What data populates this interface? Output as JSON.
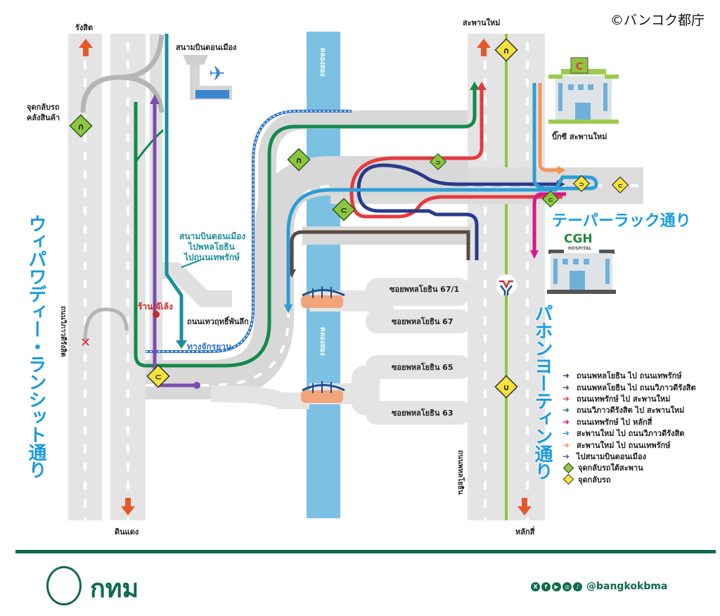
{
  "copyright": "©バンコク都庁",
  "places": {
    "rangsit": "รังสิต",
    "saphan_mai": "สะพานใหม่",
    "din_daeng": "ดินแดง",
    "lak_si": "หลักสี่",
    "don_mueang_airport": "สนามบินดอนเมือง",
    "warehouse_uturn": [
      "จุดกลับรถ",
      "คลังสินค้า"
    ],
    "big_c": "บิ๊กซี สะพานใหม่",
    "cgh_hospital": "CGH",
    "cgh_sub": "HOSPITAL",
    "restaurant": "ร้านเจ๊เล้ง",
    "thewarit_road": "ถนนเทวฤทธิ์พันลึก",
    "bike_lane": "ทางจักรยาน",
    "airport_route_note": [
      "สนามบินดอนเมือง",
      "ไปพหลโยธิน",
      "ไปถนนเทพรักษ์"
    ],
    "canal": "คลองสอง",
    "vibhavadi_road": "ถนนวิภาวดีรังสิต",
    "phahonyothin_road": "ถนนพหลโยธิน",
    "bts": "BTS"
  },
  "sois": [
    "ซอยพหลโยธิน 67/1",
    "ซอยพหลโยธิน 67",
    "ซอยพหลโยธิน 65",
    "ซอยพหลโยธิน 63"
  ],
  "japanese_roads": {
    "vibhavadi": "ウィパワディー・ランシット通り",
    "thepharak": "テーパーラック通り",
    "phahonyothin": "パホンヨーティン通り"
  },
  "legend": [
    {
      "label": "ถนนพหลโยธิน ไป ถนนเทพรักษ์",
      "color": "#2a3a8c",
      "type": "arrow"
    },
    {
      "label": "ถนนพหลโยธิน ไป ถนนวิภาวดีรังสิต",
      "color": "#5a4a44",
      "type": "arrow"
    },
    {
      "label": "ถนนเทพรักษ์ ไป สะพานใหม่",
      "color": "#e63a3f",
      "type": "arrow"
    },
    {
      "label": "ถนนวิภาวดีรังสิต ไป สะพานใหม่",
      "color": "#138a4c",
      "type": "arrow"
    },
    {
      "label": "ถนนเทพรักษ์ ไป หลักสี่",
      "color": "#d6188c",
      "type": "arrow"
    },
    {
      "label": "สะพานใหม่ ไป ถนนวิภาวดีรังสิต",
      "color": "#2c9ed8",
      "type": "arrow"
    },
    {
      "label": "สะพานใหม่ ไป ถนนเทพรักษ์",
      "color": "#f2965a",
      "type": "arrow"
    },
    {
      "label": "ไปสนามบินดอนเมือง",
      "color": "#7a4db0",
      "type": "arrow"
    },
    {
      "label": "จุดกลับรถใต้สะพาน",
      "color": "#8cc63f",
      "type": "diamond"
    },
    {
      "label": "จุดกลับรถ",
      "color": "#f7e23a",
      "type": "diamond"
    }
  ],
  "colors": {
    "road": "#e4e4e4",
    "road_dark": "#d4d4d4",
    "canal": "#7cc0e3",
    "brand_green": "#0d6b45",
    "accent_blue": "#1a9be0",
    "arrow_orange": "#e8572a",
    "bts_line": "#8cc63f"
  },
  "footer": {
    "logo_text": "กทม",
    "social_icons": [
      "x-icon",
      "facebook-icon",
      "youtube-icon",
      "instagram-icon",
      "tiktok-icon"
    ],
    "handle": "@bangkokbma"
  }
}
